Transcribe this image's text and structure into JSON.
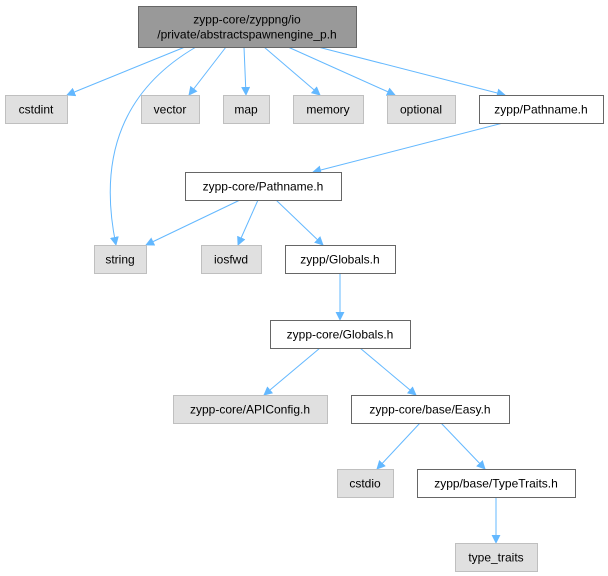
{
  "colors": {
    "root_fill": "#999999",
    "system_fill": "#e0e0e0",
    "local_fill": "#ffffff",
    "node_stroke": "#666666",
    "root_stroke": "#666666",
    "edge": "#63b8ff"
  },
  "nodes": {
    "root": {
      "lines": [
        "zypp-core/zyppng/io",
        "/private/abstractspawnengine_p.h"
      ],
      "kind": "root"
    },
    "cstdint": {
      "lines": [
        "cstdint"
      ],
      "kind": "system"
    },
    "vector": {
      "lines": [
        "vector"
      ],
      "kind": "system"
    },
    "map": {
      "lines": [
        "map"
      ],
      "kind": "system"
    },
    "memory": {
      "lines": [
        "memory"
      ],
      "kind": "system"
    },
    "optional": {
      "lines": [
        "optional"
      ],
      "kind": "system"
    },
    "zypp_pathname": {
      "lines": [
        "zypp/Pathname.h"
      ],
      "kind": "local"
    },
    "core_pathname": {
      "lines": [
        "zypp-core/Pathname.h"
      ],
      "kind": "local"
    },
    "string": {
      "lines": [
        "string"
      ],
      "kind": "system"
    },
    "iosfwd": {
      "lines": [
        "iosfwd"
      ],
      "kind": "system"
    },
    "zypp_globals": {
      "lines": [
        "zypp/Globals.h"
      ],
      "kind": "local"
    },
    "core_globals": {
      "lines": [
        "zypp-core/Globals.h"
      ],
      "kind": "local"
    },
    "apiconfig": {
      "lines": [
        "zypp-core/APIConfig.h"
      ],
      "kind": "system"
    },
    "easy": {
      "lines": [
        "zypp-core/base/Easy.h"
      ],
      "kind": "local"
    },
    "cstdio": {
      "lines": [
        "cstdio"
      ],
      "kind": "system"
    },
    "typetraits": {
      "lines": [
        "zypp/base/TypeTraits.h"
      ],
      "kind": "local"
    },
    "type_traits": {
      "lines": [
        "type_traits"
      ],
      "kind": "system"
    }
  },
  "edges": [
    [
      "root",
      "cstdint"
    ],
    [
      "root",
      "vector"
    ],
    [
      "root",
      "map"
    ],
    [
      "root",
      "memory"
    ],
    [
      "root",
      "optional"
    ],
    [
      "root",
      "zypp_pathname"
    ],
    [
      "root",
      "string"
    ],
    [
      "zypp_pathname",
      "core_pathname"
    ],
    [
      "core_pathname",
      "string"
    ],
    [
      "core_pathname",
      "iosfwd"
    ],
    [
      "core_pathname",
      "zypp_globals"
    ],
    [
      "zypp_globals",
      "core_globals"
    ],
    [
      "core_globals",
      "apiconfig"
    ],
    [
      "core_globals",
      "easy"
    ],
    [
      "easy",
      "cstdio"
    ],
    [
      "easy",
      "typetraits"
    ],
    [
      "typetraits",
      "type_traits"
    ]
  ]
}
